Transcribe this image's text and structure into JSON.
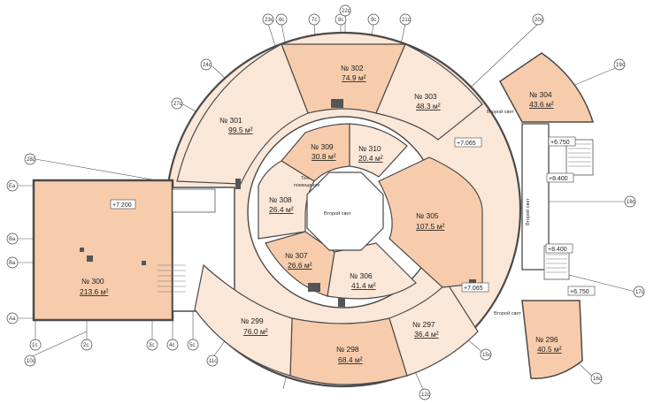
{
  "colors": {
    "room_dark": "#f7ccac",
    "room_light": "#fbe7d8",
    "wall": "#4a4a4a",
    "corridor": "#ffffff",
    "outline": "#7a7a7a"
  },
  "rooms": [
    {
      "id": "300",
      "number": "№ 300",
      "area": "213.6 м²",
      "shade": "dark"
    },
    {
      "id": "301",
      "number": "№ 301",
      "area": "99.5 м²",
      "shade": "light"
    },
    {
      "id": "302",
      "number": "№ 302",
      "area": "74.9 м²",
      "shade": "dark"
    },
    {
      "id": "303",
      "number": "№ 303",
      "area": "48.3 м²",
      "shade": "light"
    },
    {
      "id": "304",
      "number": "№ 304",
      "area": "43.6 м²",
      "shade": "dark"
    },
    {
      "id": "305",
      "number": "№ 305",
      "area": "107.5 м²",
      "shade": "dark"
    },
    {
      "id": "306",
      "number": "№ 306",
      "area": "41.4 м²",
      "shade": "light"
    },
    {
      "id": "307",
      "number": "№ 307",
      "area": "26.6 м²",
      "shade": "dark"
    },
    {
      "id": "308",
      "number": "№ 308",
      "area": "26.4 м²",
      "shade": "light"
    },
    {
      "id": "309",
      "number": "№ 309",
      "area": "30.8 м²",
      "shade": "dark"
    },
    {
      "id": "310",
      "number": "№ 310",
      "area": "20.4 м²",
      "shade": "light"
    },
    {
      "id": "296",
      "number": "№ 296",
      "area": "40.5 м²",
      "shade": "dark"
    },
    {
      "id": "297",
      "number": "№ 297",
      "area": "36.4 м²",
      "shade": "light"
    },
    {
      "id": "298",
      "number": "№ 298",
      "area": "68.4 м²",
      "shade": "dark"
    },
    {
      "id": "299",
      "number": "№ 299",
      "area": "76.0 м²",
      "shade": "light"
    }
  ],
  "labels": {
    "vtoroy_svet": "Второй свет",
    "tex": "Тех.",
    "tex2": "помещение"
  },
  "marks": {
    "m7200": "+7.200",
    "m7065a": "+7.065",
    "m7065b": "+7.065",
    "m6750a": "+6.750",
    "m6750b": "+6.750",
    "m8400a": "+8.400",
    "m8400b": "+8.400"
  },
  "axes": {
    "a23": "23с",
    "a6c": "6с",
    "a7c": "7с",
    "a8c": "8с",
    "a22": "22с",
    "a9c": "9с",
    "a10c": "10с",
    "a21c": "21с",
    "a20": "20с",
    "a24": "24с",
    "a27": "27с",
    "a28": "28с",
    "a19": "19с",
    "a18": "18с",
    "a17": "17с",
    "a16": "16с",
    "a15": "15с",
    "a11": "11с",
    "a12": "12с",
    "a1c": "1с",
    "a2c": "2с",
    "a3c": "3с",
    "a4c": "4с",
    "a5c": "5с",
    "a10": "10с",
    "aEa": "Еа",
    "aBa": "Ва",
    "aBa2": "Ва",
    "aAa": "Аа",
    "a1": "1с",
    "a4": "4с"
  }
}
